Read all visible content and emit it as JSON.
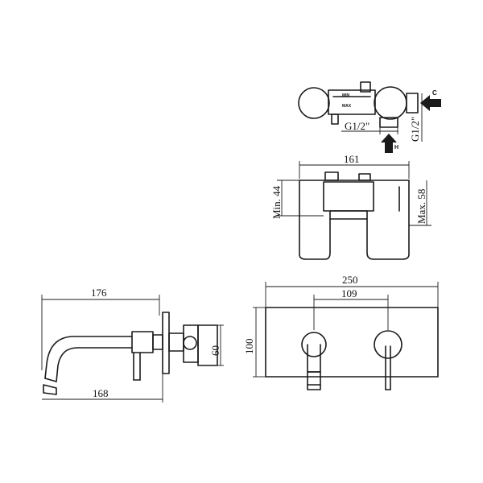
{
  "top_view": {
    "label_min": "MIN",
    "label_max": "MAX",
    "thread_hot": "G1/2\"",
    "thread_cold": "G1/2\"",
    "arrow_cold": "C",
    "arrow_hot": "H"
  },
  "side_view": {
    "width_dim": "161",
    "min_depth": "Min. 44",
    "max_depth": "Max. 58"
  },
  "profile_view": {
    "total_length": "176",
    "spout_length": "168",
    "body_height": "60"
  },
  "front_view": {
    "plate_width": "250",
    "plate_height": "100",
    "centers": "109"
  }
}
